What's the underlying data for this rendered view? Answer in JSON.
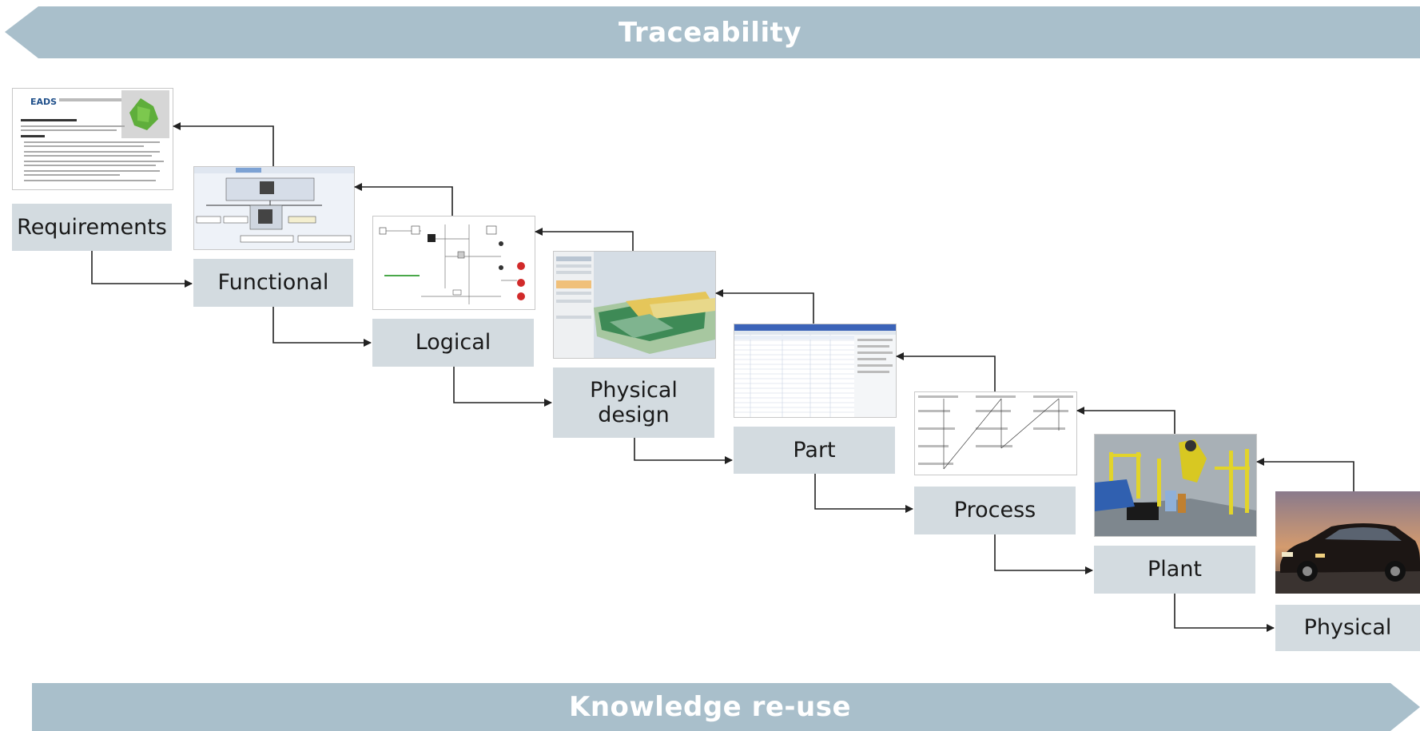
{
  "banners": {
    "top": "Traceability",
    "bottom": "Knowledge re-use"
  },
  "stages": [
    {
      "label": "Requirements"
    },
    {
      "label": "Functional"
    },
    {
      "label": "Logical"
    },
    {
      "label": "Physical design"
    },
    {
      "label": "Part"
    },
    {
      "label": "Process"
    },
    {
      "label": "Plant"
    },
    {
      "label": "Physical"
    }
  ],
  "thumbnails": {
    "requirements_logo": "EADS"
  },
  "colors": {
    "banner": "#a9bfcb",
    "label_bg": "#d3dbe0",
    "arrow": "#222222"
  }
}
